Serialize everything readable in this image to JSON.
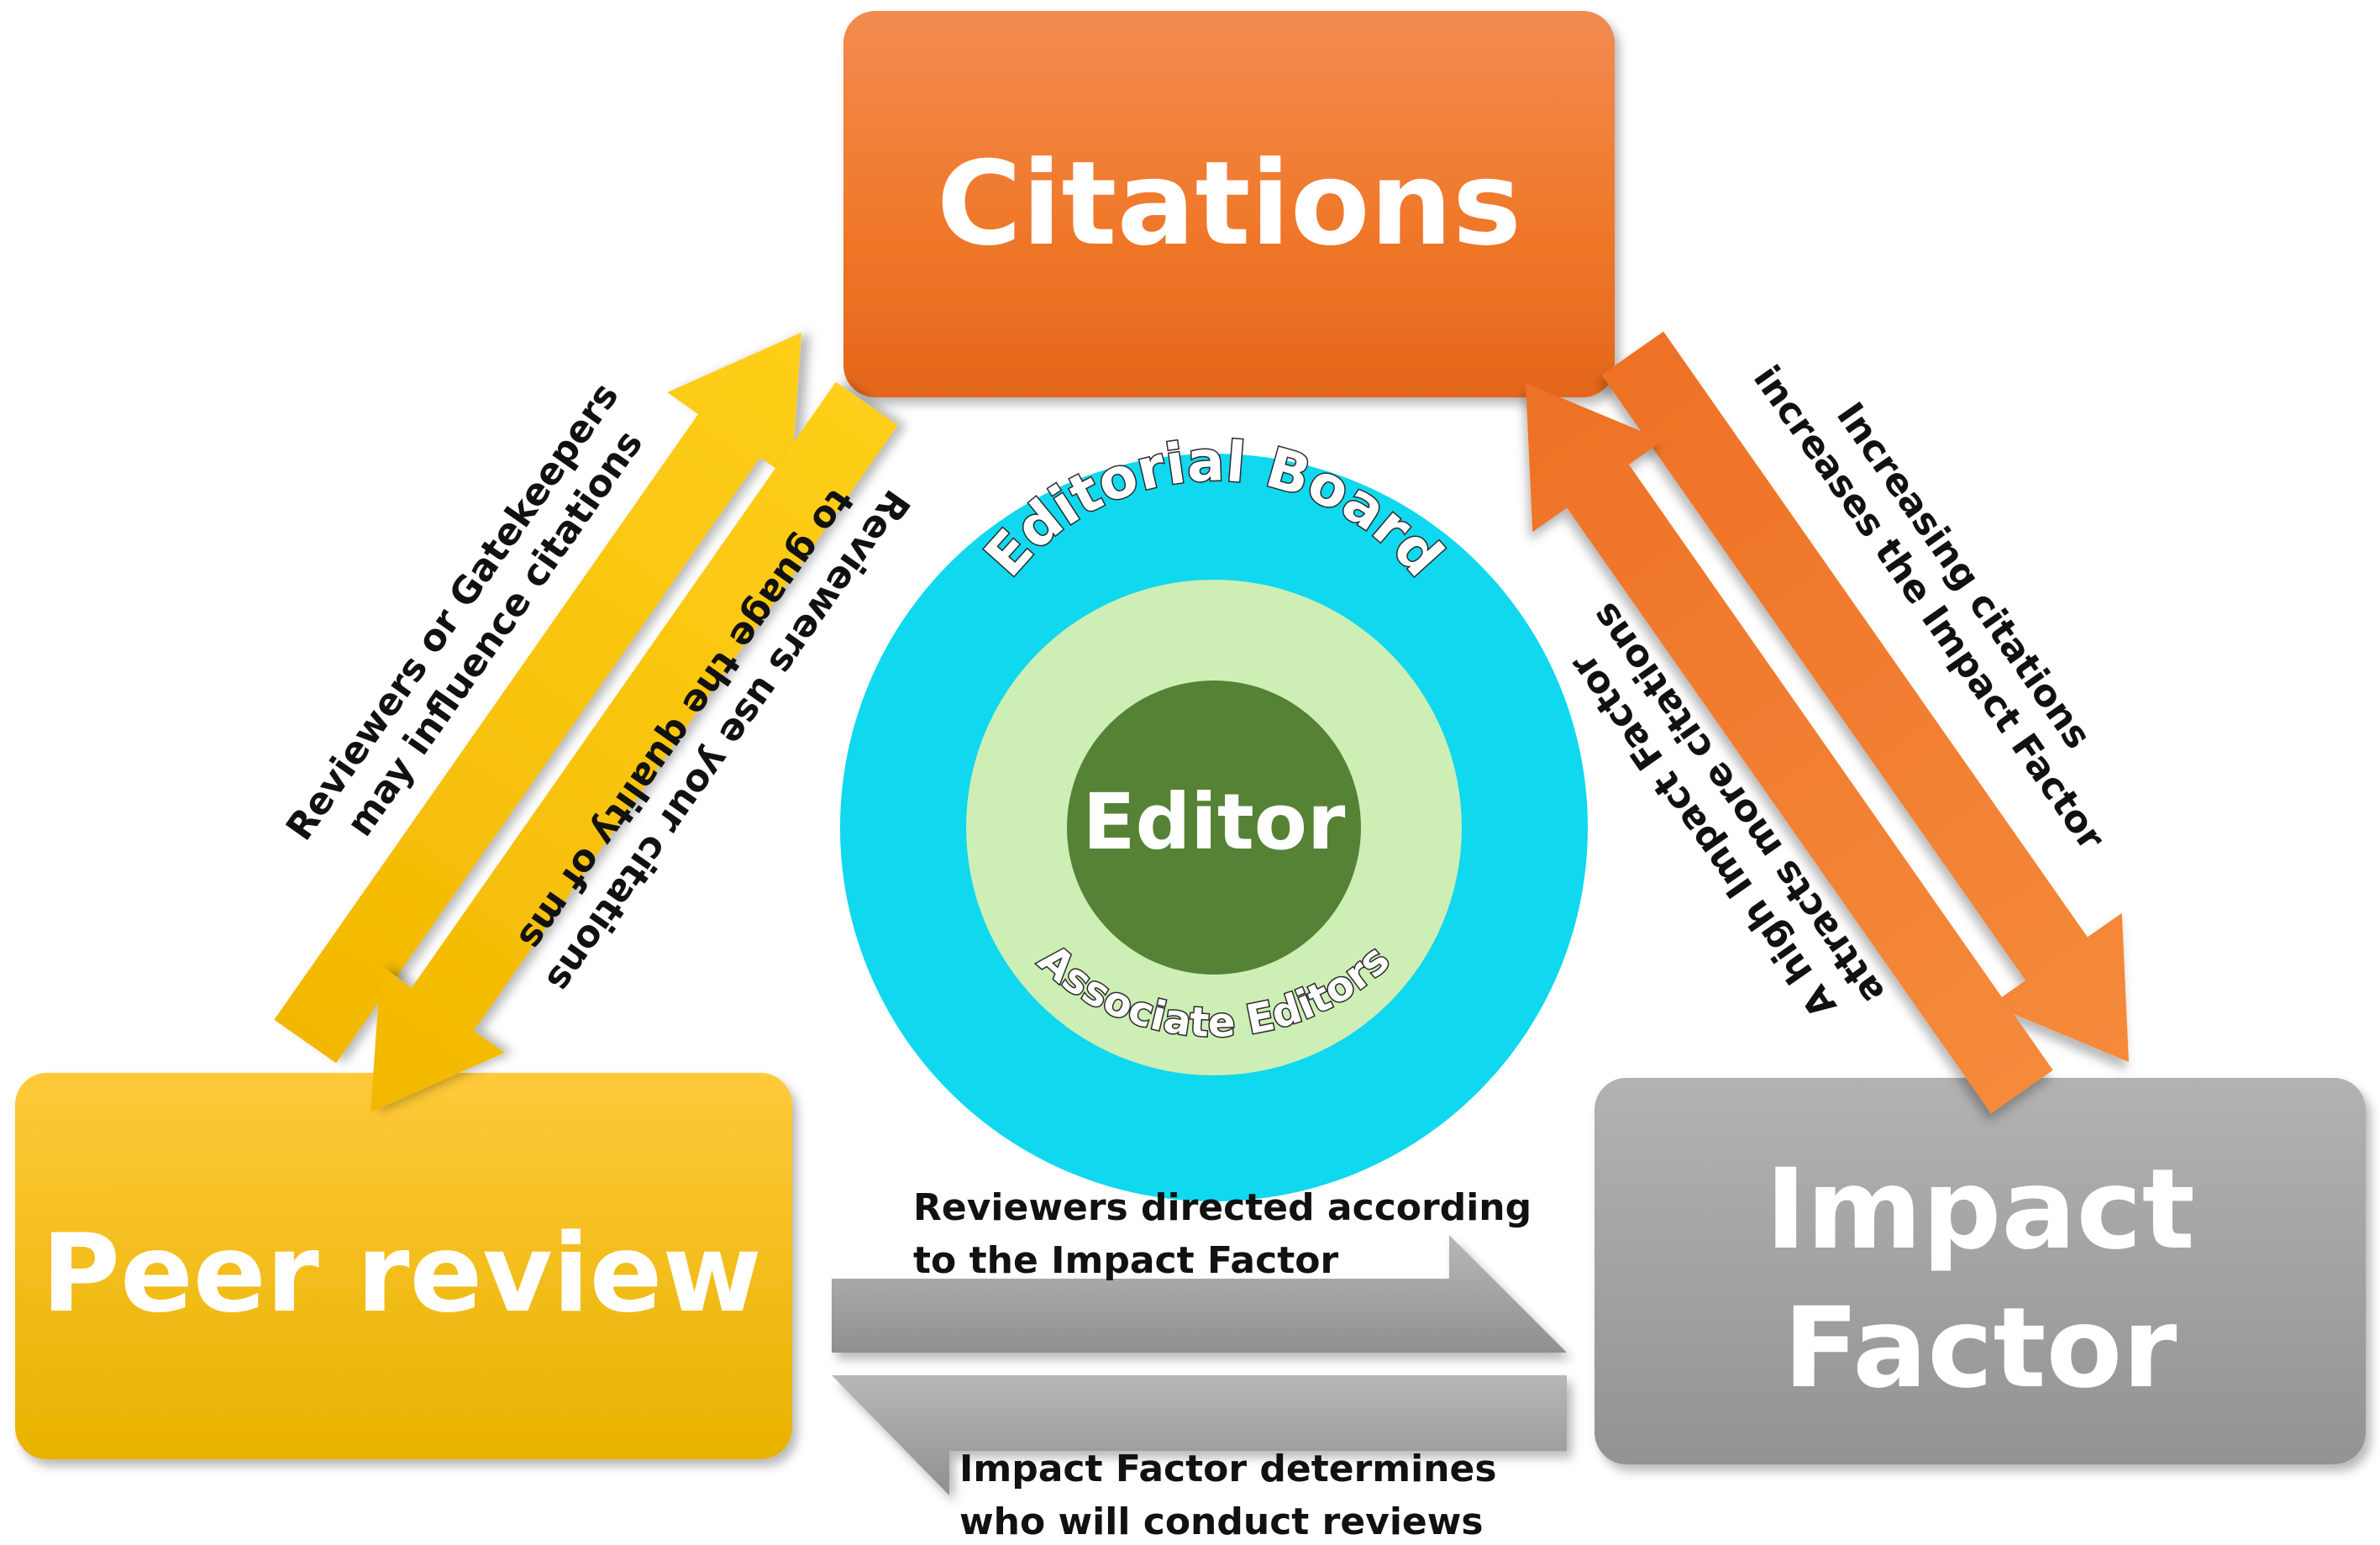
{
  "boxes": {
    "citations": {
      "label": "Citations"
    },
    "peer_review": {
      "label": "Peer review"
    },
    "impact_factor": {
      "line1": "Impact",
      "line2": "Factor"
    }
  },
  "center": {
    "outer": "Editorial Board",
    "middle": "Associate Editors",
    "inner": "Editor"
  },
  "arrows": {
    "peer_to_citations": {
      "line1": "Reviewers or Gatekeepers",
      "line2": "may influence citations"
    },
    "citations_to_peer": {
      "line1": "Reviewers use your citations",
      "line2": "to guage the quality of ms"
    },
    "citations_to_impact": {
      "line1": "Increasing citations",
      "line2": "increases the Impact Factor"
    },
    "impact_to_citations": {
      "line1": "A high Impact Factor",
      "line2": "attracts more citations"
    },
    "impact_to_peer_top": {
      "line1": "Reviewers directed according",
      "line2": "to the Impact Factor"
    },
    "impact_to_peer_bottom": {
      "line1": "Impact Factor determines",
      "line2": "who will conduct reviews"
    }
  },
  "colors": {
    "orange": "#f07a2b",
    "yellow": "#f7c00e",
    "gray": "#a3a3a3",
    "cyan": "#0fd8ef",
    "light_green": "#cdeeb4",
    "dark_green": "#558235"
  }
}
